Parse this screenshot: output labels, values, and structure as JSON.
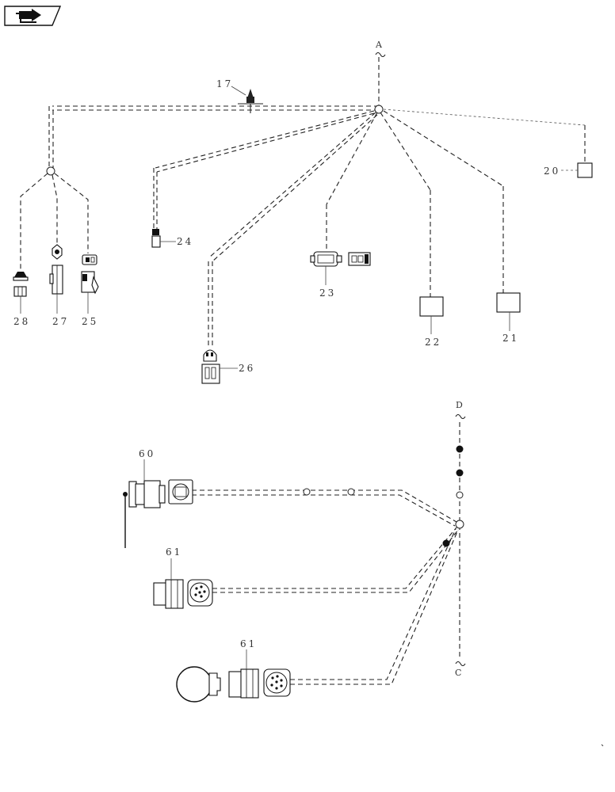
{
  "nav": {
    "icon": "next-page-arrow-icon"
  },
  "refs": {
    "A": "A",
    "C": "C",
    "D": "D"
  },
  "callouts": {
    "c17": "17",
    "c20": "20",
    "c21": "21",
    "c22": "22",
    "c23": "23",
    "c24": "24",
    "c25": "25",
    "c26": "26",
    "c27": "27",
    "c28": "28",
    "c60": "60",
    "c61a": "61",
    "c61b": "61"
  },
  "colors": {
    "line": "#222222",
    "background": "#ffffff"
  }
}
